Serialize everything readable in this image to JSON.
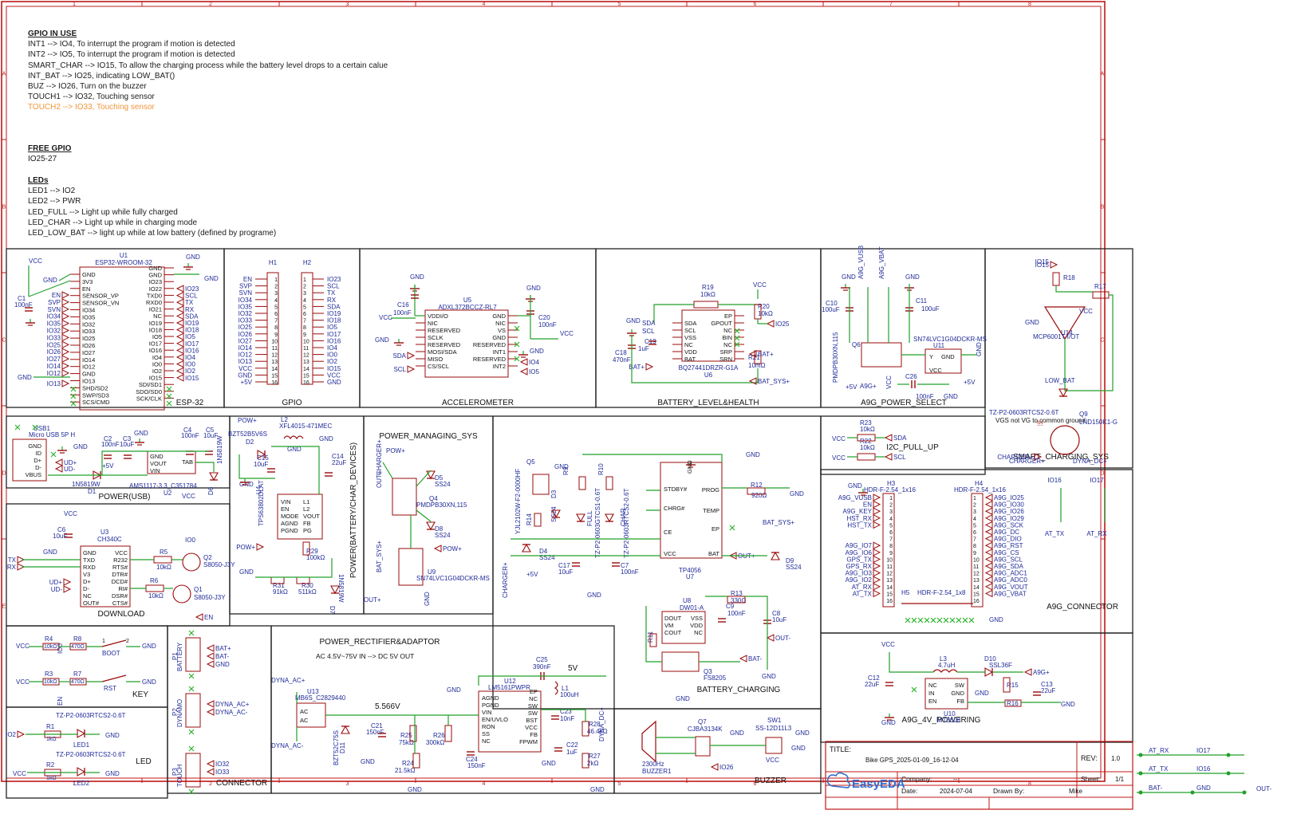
{
  "notes": {
    "gpio_title": "GPIO IN USE",
    "gpio_lines": [
      "INT1 --> IO4, To interrupt the program if motion is detected",
      "INT2 --> IO5, To interrupt the program if motion is detected",
      "SMART_CHAR --> IO15, To allow the charging process while the battery level drops to a certain calue",
      "INT_BAT --> IO25, indicating LOW_BAT()",
      "BUZ --> IO26, Turn on the buzzer",
      "TOUCH1 --> IO32, Touching sensor"
    ],
    "gpio_highlight": "TOUCH2 --> IO33, Touching sensor",
    "free_title": "FREE GPIO",
    "free_line": "IO25-27",
    "led_title": "LEDs",
    "led_lines": [
      "LED1 --> IO2",
      "LED2 --> PWR",
      "LED_FULL --> Light up while fully charged",
      "LED_CHAR --> Light up while in charging mode",
      "LED_LOW_BAT --> light up while at low battery (defined by programe)"
    ]
  },
  "grid": {
    "columns": [
      "1",
      "2",
      "3",
      "4",
      "5",
      "6",
      "7",
      "8"
    ],
    "rows": [
      "A",
      "B",
      "C",
      "D",
      "E"
    ]
  },
  "blocks": [
    {
      "id": "esp32",
      "title": "ESP-32"
    },
    {
      "id": "gpio",
      "title": "GPIO"
    },
    {
      "id": "accel",
      "title": "ACCELEROMETER"
    },
    {
      "id": "batlevel",
      "title": "BATTERY_LEVEL&HEALTH"
    },
    {
      "id": "a9gpower",
      "title": "A9G_POWER_SELECT"
    },
    {
      "id": "smartchg",
      "title": "SMART_CHARGING_SYS"
    },
    {
      "id": "powerusb",
      "title": "POWER(USB)"
    },
    {
      "id": "powerbat",
      "title": "POWER(BATTERY/CHAR_DEVICES)"
    },
    {
      "id": "powermgr",
      "title": "POWER_MANAGING_SYS"
    },
    {
      "id": "i2c",
      "title": "I2C_PULL_UP"
    },
    {
      "id": "a9gconn",
      "title": "A9G_CONNECTOR"
    },
    {
      "id": "download",
      "title": "DOWNLOAD"
    },
    {
      "id": "key",
      "title": "KEY"
    },
    {
      "id": "led",
      "title": "LED"
    },
    {
      "id": "connector",
      "title": "CONNECTOR"
    },
    {
      "id": "rectifier",
      "title": "POWER_RECTIFIER&ADAPTOR"
    },
    {
      "id": "batchg",
      "title": "BATTERY_CHARGING"
    },
    {
      "id": "a9g4v",
      "title": "A9G_4V_POWERING"
    },
    {
      "id": "buzzer",
      "title": "BUZZER"
    }
  ],
  "rectifier_subtitle": "AC 4.5V~75V IN --> DC 5V OUT",
  "rectifier_voltage": "5.566V",
  "rectifier_out": "5V",
  "vgs_note": "VGS not VG to common ground",
  "esp32": {
    "ref": "U1",
    "part": "ESP32-WROOM-32",
    "left_pins": [
      "GND",
      "3V3",
      "EN",
      "SENSOR_VP",
      "SENSOR_VN",
      "IO34",
      "IO35",
      "IO32",
      "IO33",
      "IO25",
      "IO26",
      "IO27",
      "IO14",
      "IO12",
      "GND",
      "IO13",
      "SHD/SD2",
      "SWP/SD3",
      "SCS/CMD"
    ],
    "right_pins": [
      "GND",
      "GND",
      "IO23",
      "IO22",
      "TXD0",
      "RXD0",
      "IO21",
      "NC",
      "IO19",
      "IO18",
      "IO5",
      "IO17",
      "IO16",
      "IO4",
      "IO0",
      "IO2",
      "IO15",
      "SDI/SD1",
      "SDO/SD0",
      "SCK/CLK"
    ],
    "left_nets": [
      "EN",
      "SVP",
      "SVN",
      "IO34",
      "IO35",
      "IO32",
      "IO33",
      "IO25",
      "IO26",
      "IO27",
      "IO14",
      "IO12"
    ],
    "right_nets": [
      "IO23",
      "SCL",
      "TX",
      "RX",
      "SDA",
      "IO19",
      "IO18",
      "IO5",
      "IO17",
      "IO16",
      "IO4",
      "IO0",
      "IO2",
      "IO15"
    ],
    "cap": "C1",
    "cap_val": "100nF"
  },
  "headers": {
    "h1": "H1",
    "h2": "H2",
    "h1_nets": [
      "EN",
      "SVP",
      "SVN",
      "IO34",
      "IO35",
      "IO32",
      "IO33",
      "IO25",
      "IO26",
      "IO27",
      "IO14",
      "IO12",
      "IO13",
      "VCC",
      "GND",
      "+5V"
    ],
    "h2_nets": [
      "IO23",
      "SCL",
      "TX",
      "RX",
      "SDA",
      "IO19",
      "IO18",
      "IO5",
      "IO17",
      "IO16",
      "IO4",
      "IO0",
      "IO2",
      "IO15",
      "VCC",
      "GND"
    ]
  },
  "accel": {
    "ref": "U5",
    "part": "ADXL372BCCZ-RL7",
    "left_pins": [
      "VDDI/O",
      "NIC",
      "RESERVED",
      "SCLK",
      "RESERVED",
      "MOSI/SDA",
      "MISO",
      "CS/SCL"
    ],
    "right_pins": [
      "GND",
      "NIC",
      "VS",
      "GND",
      "RESERVED",
      "INT1",
      "RESERVED",
      "INT2"
    ],
    "c16": "C16",
    "c16_val": "100nF",
    "c20": "C20",
    "c20_val": "100nF"
  },
  "batlevel": {
    "ref": "U6",
    "part": "BQ27441DRZR-G1A",
    "left_pins": [
      "SDA",
      "SCL",
      "VSS",
      "NC",
      "VDD",
      "BAT"
    ],
    "right_pins": [
      "EP",
      "GPOUT",
      "NC",
      "BIN",
      "NC",
      "SRP",
      "SRN"
    ],
    "r19": "R19",
    "r19_val": "10kΩ",
    "r20": "R20",
    "r20_val": "10kΩ",
    "r21": "R21",
    "r21_val": "10mΩ",
    "c18": "C18",
    "c18_val": "470nF",
    "c19": "C19",
    "c19_val": "1uF"
  },
  "a9gpower": {
    "u11": "U11",
    "u11_part": "SN74LVC1G04DCKR-MS",
    "q6": "Q6",
    "q6_part": "PMDPB30XN,115",
    "c10": "C10",
    "c10_val": "100uF",
    "c11": "C11",
    "c11_val": "100uF",
    "c26": "C26",
    "c26_val": "100nF"
  },
  "smartchg": {
    "u14": "U14",
    "u14_part": "MCP6001T-I/OT",
    "r17": "R17",
    "r18": "R18",
    "q9": "Q9",
    "q9_part": "LND150K1-G",
    "led": "TZ-P2-0603RTCS2-0.6T",
    "led_label": "LOW_BAT"
  },
  "powerusb": {
    "usb": "USB1",
    "usb_part": "Micro USB 5P H",
    "u2": "U2",
    "u2_part": "AMS1117-3.3_C351784",
    "d1": "D1",
    "d1_part": "1N5819W",
    "d6": "D6",
    "d6_part": "1N5819W",
    "c2": "C2",
    "c2_val": "100nF",
    "c3": "C3",
    "c3_val": "10uF",
    "c4": "C4",
    "c4_val": "100nF",
    "c5": "C5",
    "c5_val": "10uF",
    "u2_pins": [
      "GND",
      "VOUT",
      "VIN",
      "TAB"
    ]
  },
  "powerbat": {
    "u4": "U4",
    "u4_part": "TPS63802DLAT",
    "l2": "L2",
    "l2_part": "XFL4015-471MEC",
    "d2": "D2",
    "d2_part": "BZT52B5V6S",
    "d7": "D7",
    "d7_part": "1N5819W",
    "c14": "C14",
    "c14_val": "22uF",
    "c15": "C15",
    "c15_val": "10uF",
    "r29": "R29",
    "r29_val": "100kΩ",
    "r30": "R30",
    "r30_val": "511kΩ",
    "r31": "R31",
    "r31_val": "91kΩ",
    "u4_pins_l": [
      "VIN",
      "EN",
      "MODE",
      "AGND",
      "PGND"
    ],
    "u4_pins_r": [
      "L1",
      "L2",
      "VOUT",
      "FB",
      "PG"
    ]
  },
  "powermgr": {
    "q4": "Q4",
    "q4_part": "PMDPB30XN,115",
    "d5": "D5",
    "d5_part": "SS24",
    "d8": "D8",
    "d8_part": "SS24",
    "u9": "U9",
    "u9_part": "SN74LVC1G04DCKR-MS"
  },
  "i2c": {
    "r23": "R23",
    "r23_val": "10kΩ",
    "r22": "R22",
    "r22_val": "10kΩ"
  },
  "a9gconn": {
    "h3": "H3",
    "h3_part": "HDR-F-2.54_1x16",
    "h4": "H4",
    "h4_part": "HDR-F-2.54_1x16",
    "h5": "H5",
    "h5_part": "HDR-F-2.54_1x8",
    "left_nets": [
      "A9G_VUSB",
      "EN",
      "A9G_KEY",
      "HST_RX",
      "HST_TX",
      "",
      "",
      "A9G_IO7",
      "A9G_IO6",
      "GPS_TX",
      "GPS_RX",
      "A9G_IO3",
      "A9G_IO2",
      "AT_RX",
      "AT_TX",
      ""
    ],
    "right_nets": [
      "A9G_IO25",
      "A9G_IO30",
      "A9G_IO26",
      "A9G_IO29",
      "A9G_SCK",
      "A9G_DC",
      "A9G_DIO",
      "A9G_RST",
      "A9G_CS",
      "A9G_SCL",
      "A9G_SDA",
      "A9G_ADC1",
      "A9G_ADC0",
      "A9G_VOUT",
      "A9G_VBAT",
      ""
    ],
    "extra": [
      "IO16",
      "IO17",
      "AT_TX",
      "AT_RX"
    ]
  },
  "download": {
    "u3": "U3",
    "u3_part": "CH340C",
    "q1": "Q1",
    "q1_part": "S8050-J3Y",
    "q2": "Q2",
    "q2_part": "S8050-J3Y",
    "r5": "R5",
    "r5_val": "10kΩ",
    "r6": "R6",
    "r6_val": "10kΩ",
    "c6": "C6",
    "c6_val": "10uF",
    "left_pins": [
      "GND",
      "TXD",
      "RXD",
      "V3",
      "D+",
      "D-",
      "NC",
      "OUT#"
    ],
    "right_pins": [
      "VCC",
      "R232",
      "RTS#",
      "DTR#",
      "DCD#",
      "RI#",
      "DSR#",
      "CTS#"
    ]
  },
  "key": {
    "r4": "R4",
    "r4_val": "10kΩ",
    "r8": "R8",
    "r8_val": "470Ω",
    "boot": "BOOT",
    "r3": "R3",
    "r3_val": "10kΩ",
    "r7": "R7",
    "r7_val": "470Ω",
    "rst": "RST"
  },
  "led": {
    "led1": "LED1",
    "led2": "LED2",
    "part": "TZ-P2-0603RTCS2-0.6T",
    "r1": "R1",
    "r1_val": "1kΩ",
    "r2": "R2",
    "r2_val": "1kΩ"
  },
  "connector": {
    "p1": "P1",
    "p1_name": "BATTERY",
    "p2": "P2",
    "p2_name": "DYNAMO",
    "p3": "P3",
    "p3_name": "TOUCH",
    "p1_nets": [
      "BAT+",
      "BAT-",
      "GND"
    ],
    "p2_nets": [
      "DYNA_AC+",
      "DYNA_AC-"
    ],
    "p3_nets": [
      "IO32",
      "IO33"
    ]
  },
  "rectifier": {
    "u13": "U13",
    "u13_part": "MB6S_C2829440",
    "u12": "U12",
    "u12_part": "LM5161PWPR",
    "d11": "D11",
    "d11_part": "BZT52C75S",
    "l1": "L1",
    "l1_val": "100uH",
    "c21": "C21",
    "c21_val": "150nF",
    "c22": "C22",
    "c22_val": "1uF",
    "c23": "C23",
    "c23_val": "10nF",
    "c24": "C24",
    "c24_val": "150nF",
    "c25": "C25",
    "c25_val": "390nF",
    "r24": "R24",
    "r24_val": "21.5kΩ",
    "r25": "R25",
    "r25_val": "75kΩ",
    "r26": "R26",
    "r26_val": "300kΩ",
    "r27": "R27",
    "r27_val": "2kΩ",
    "r28": "R28",
    "r28_val": "46.4kΩ",
    "u12_left": [
      "AGND",
      "PGND",
      "VIN",
      "EN/UVLO",
      "RON",
      "SS",
      "NC"
    ],
    "u12_right": [
      "EP",
      "NC",
      "SW",
      "SW",
      "BST",
      "VCC",
      "FB",
      "FPWM"
    ]
  },
  "batchg": {
    "u7": "U7",
    "u7_part": "TP4056",
    "u8": "U8",
    "u8_part": "DW01-A",
    "q3": "Q3",
    "q3_part": "FS8205",
    "q5": "Q5",
    "q5_part": "YJL2102W-F2-0000HF",
    "d3": "D3",
    "d3_part": "SS24",
    "d4": "D4",
    "d4_part": "SS24",
    "d9": "D9",
    "d9_part": "SS24",
    "led_full": "FULL",
    "led_char": "CHAR",
    "r9": "R9",
    "r10": "R10",
    "r11": "R11",
    "r12": "R12",
    "r12_val": "920Ω",
    "r13": "R13",
    "r13_val": "330Ω",
    "r14": "R14",
    "c7": "C7",
    "c7_val": "100nF",
    "c8": "C8",
    "c8_val": "10uF",
    "c9": "C9",
    "c9_val": "100nF",
    "c17": "C17",
    "c17_val": "10uF",
    "u7_left": [
      "STDBY#",
      "CHRG#",
      "CE",
      "VCC"
    ],
    "u7_right": [
      "PROG",
      "TEMP",
      "EP",
      "BAT"
    ],
    "u8_left": [
      "DOUT",
      "VM",
      "COUT"
    ],
    "u8_right": [
      "VSS",
      "VDD",
      "NC"
    ],
    "led_part": "TZ-P2-0603GTCS1-0.6T",
    "led_part2": "TZ-P2-0603RTCS2-0.6T"
  },
  "a9g4v": {
    "u10": "U10",
    "u10_part": "MT3608",
    "l3": "L3",
    "l3_val": "4.7uH",
    "d10": "D10",
    "d10_part": "SSL36F",
    "c12": "C12",
    "c12_val": "22uF",
    "c13": "C13",
    "c13_val": "22uF",
    "r15": "R15",
    "r16": "R16",
    "pins_l": [
      "NC",
      "IN",
      "EN"
    ],
    "pins_r": [
      "SW",
      "GND",
      "FB"
    ]
  },
  "buzzer": {
    "buzzer": "BUZZER1",
    "buzzer_val": "2300Hz",
    "q7": "Q7",
    "q7_part": "CJBA3134K",
    "sw1": "SW1",
    "sw1_part": "SS-12D11L3"
  },
  "nets": {
    "vcc": "VCC",
    "gnd": "GND",
    "p5v": "+5V",
    "bat_plus": "BAT+",
    "bat_minus": "BAT-",
    "bat_sys": "BAT_SYS+",
    "charger": "CHARGER+",
    "dyna_dc": "DYNA_DC+",
    "dyna_ac_p": "DYNA_AC+",
    "dyna_ac_m": "DYNA_AC-",
    "a9g_plus": "A9G+",
    "out_plus": "OUT+",
    "out_minus": "OUT-",
    "pow_plus": "POW+",
    "ud_p": "UD+",
    "ud_m": "UD-",
    "tx": "TX",
    "rx": "RX",
    "io0": "IO0",
    "io2": "IO2",
    "io4": "IO4",
    "io5": "IO5",
    "io13": "IO13",
    "io15": "IO15",
    "io25": "IO25",
    "io26": "IO26",
    "io32": "IO32",
    "io33": "IO33",
    "sda": "SDA",
    "scl": "SCL",
    "en": "EN",
    "a9g_vusb": "A9G_VUSB",
    "a9g_vbat": "A9G_VBAT",
    "low_bat": "LOW_BAT"
  },
  "titleblock": {
    "title_label": "TITLE:",
    "title": "Bike GPS_2025-01-09_16-12-04",
    "rev_label": "REV:",
    "rev": "1.0",
    "company_label": "Company:",
    "company": "--",
    "sheet_label": "Sheet:",
    "sheet": "1/1",
    "date_label": "Date:",
    "date": "2024-07-04",
    "drawn_label": "Drawn By:",
    "drawn": "Mike",
    "logo": "EasyEDA"
  },
  "right_nets": [
    {
      "a": "AT_RX",
      "b": "IO17"
    },
    {
      "a": "AT_TX",
      "b": "IO16"
    },
    {
      "a": "BAT-",
      "b": "GND",
      "c": "OUT-"
    }
  ],
  "colors": {
    "frame": "#c01818",
    "wire": "#22a02a",
    "symbol": "#9a0b0b",
    "pin_text": "#1f2a98",
    "text": "#111111",
    "highlight": "#f0963a"
  }
}
